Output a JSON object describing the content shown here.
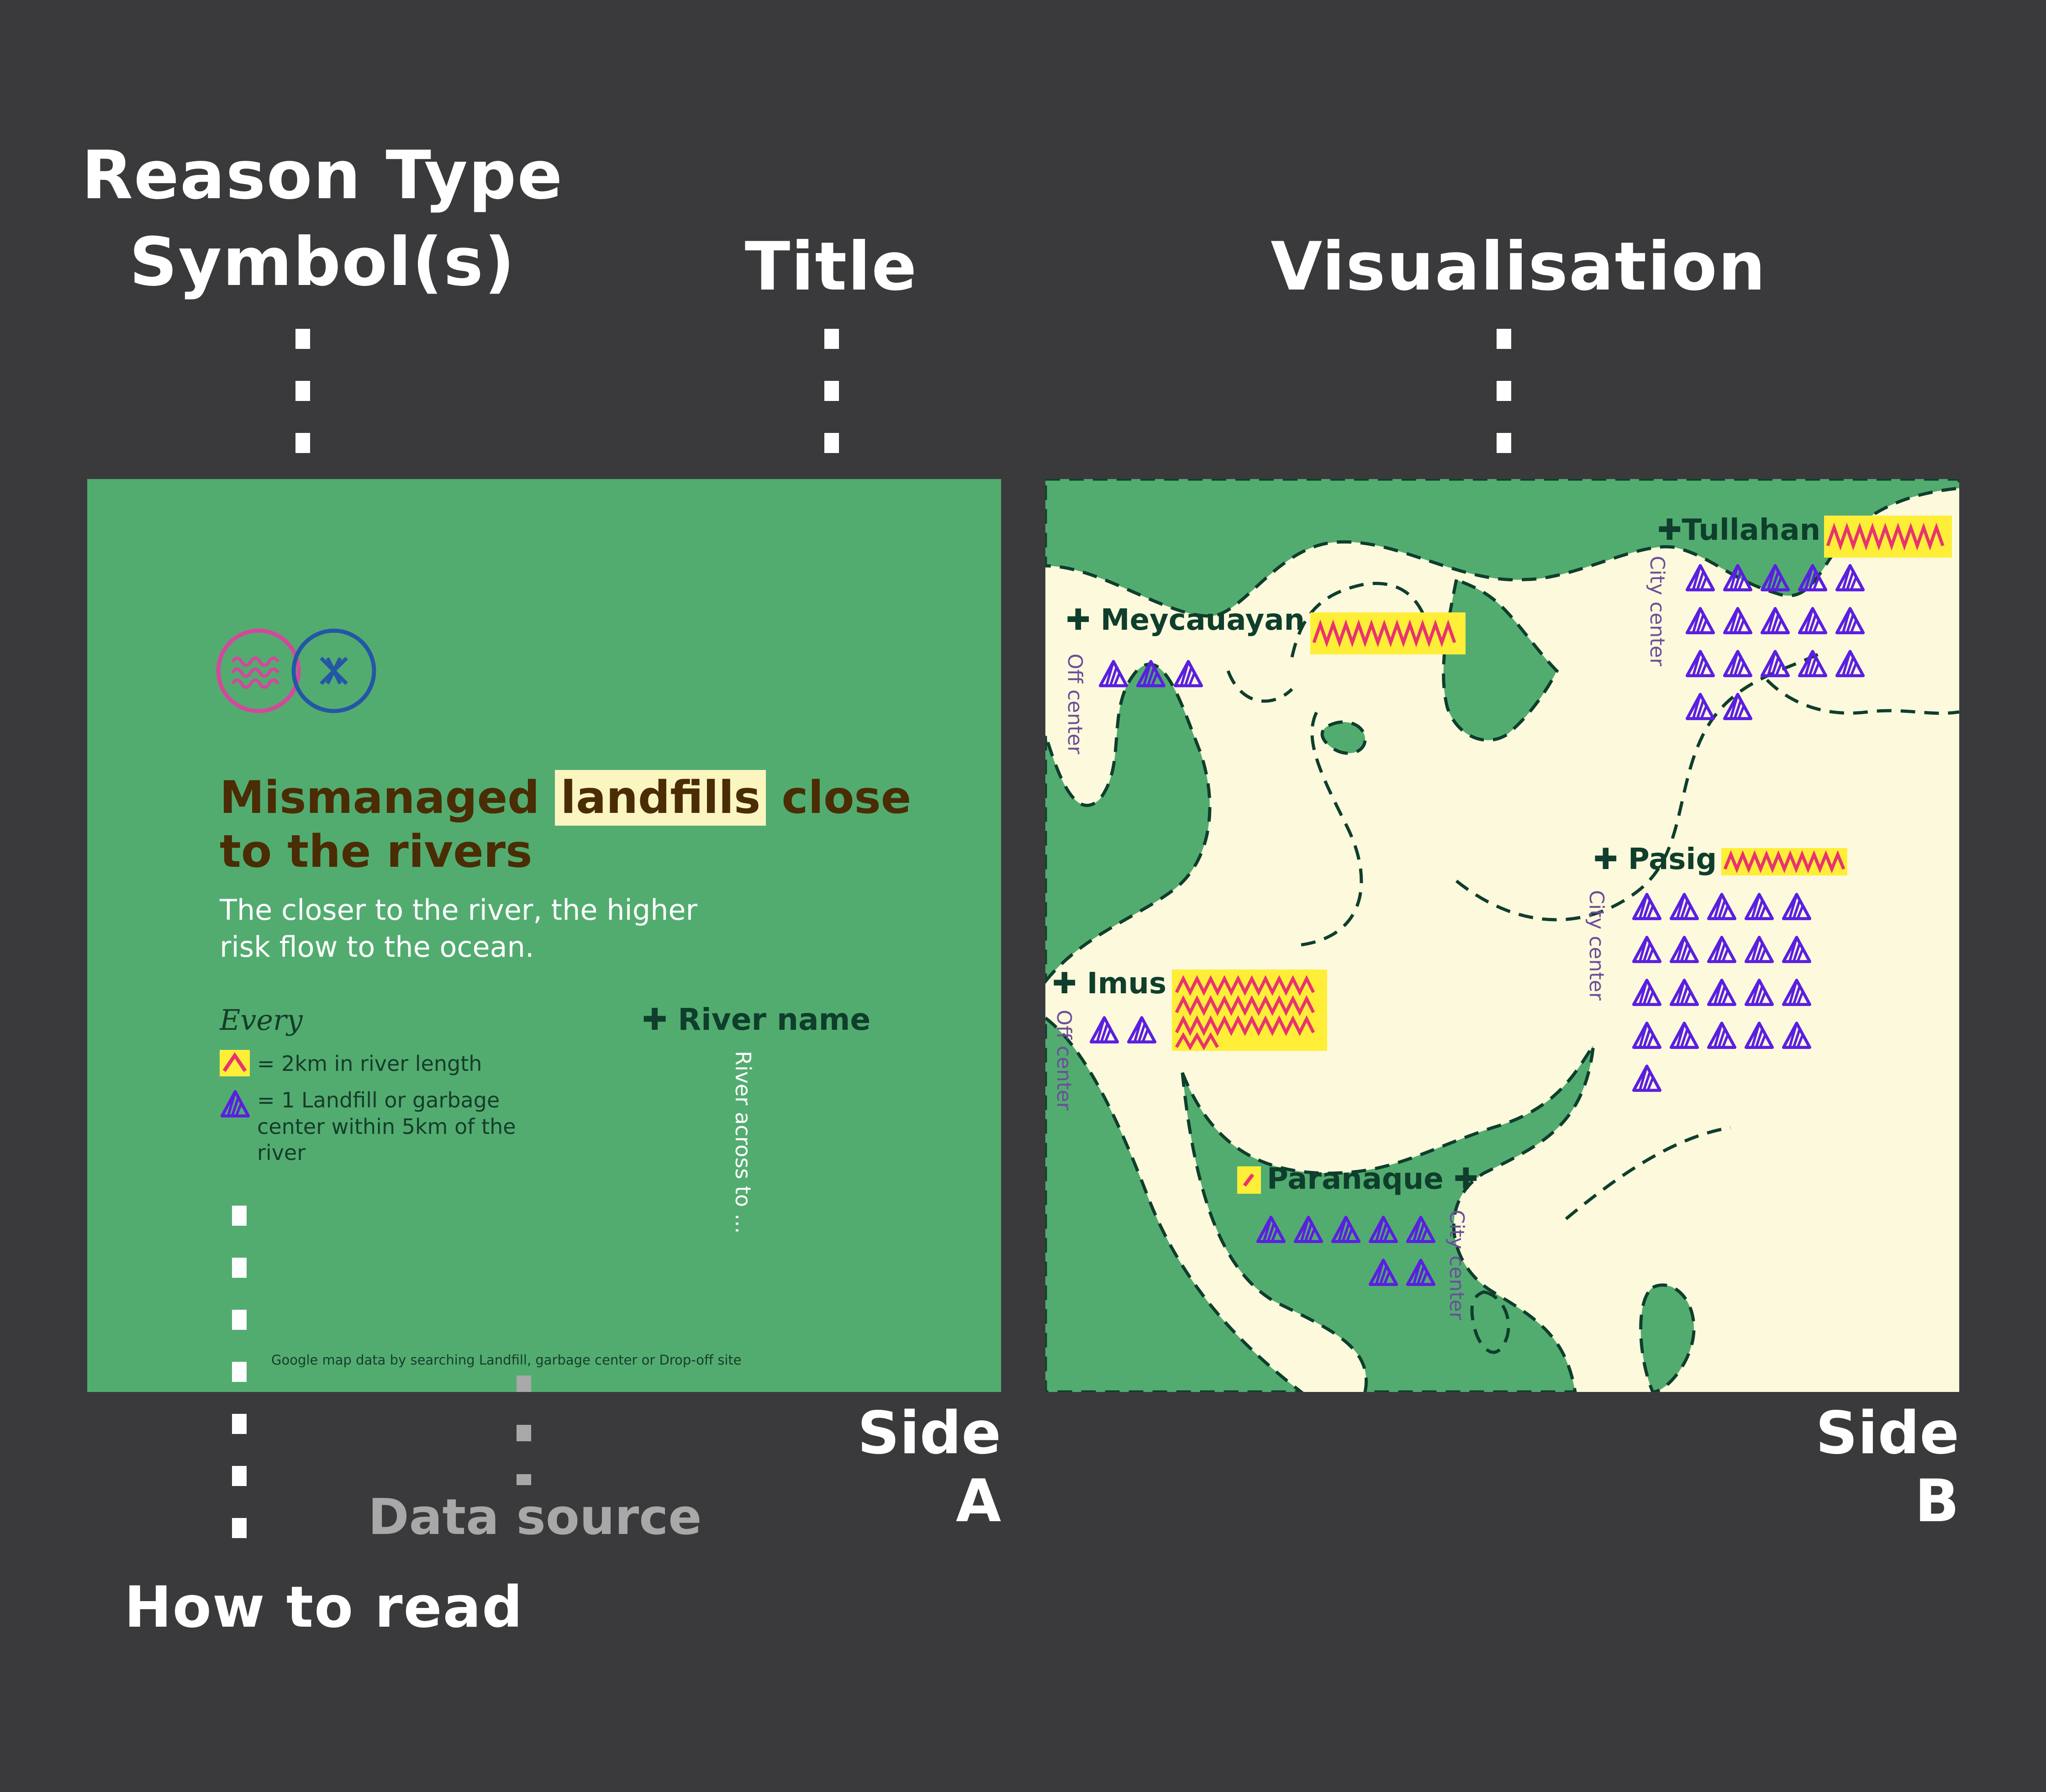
{
  "annotations": {
    "reason_type_symbols": "Reason Type\nSymbol(s)",
    "title": "Title",
    "visualisation": "Visualisation",
    "data_source": "Data source",
    "how_to_read": "How to read",
    "side_a": "Side A",
    "side_b": "Side B"
  },
  "side_a": {
    "symbols": [
      {
        "icon": "wave-circle-icon",
        "color": "#d4479c"
      },
      {
        "icon": "cross-circle-icon",
        "color": "#2357a6"
      }
    ],
    "title_part1": "Mismanaged ",
    "title_highlight": "landfills",
    "title_part2": " close",
    "title_line2": "to the rivers",
    "subtitle_line1": "The closer to the river, the higher",
    "subtitle_line2": "risk flow to the ocean.",
    "legend": {
      "heading": "Every",
      "river_unit": "= 2km in river length",
      "landfill_unit_line1": "= 1 Landfill or garbage",
      "landfill_unit_line2": "center within 5km of the",
      "landfill_unit_line3": "river"
    },
    "river_name_label": "River name",
    "river_across_label": "River across to ...",
    "source_text": "Google map data by searching Landfill, garbage center or Drop-off site"
  },
  "side_b": {
    "cities": [
      {
        "name": "Meycauayan",
        "location": "Off center",
        "river_units": 3.2,
        "landfills": 3
      },
      {
        "name": "Tullahan",
        "location": "City center",
        "river_units": 3,
        "landfills": 17
      },
      {
        "name": "Pasig",
        "location": "City center",
        "river_units": 2.5,
        "landfills": 21
      },
      {
        "name": "Imus",
        "location": "Off center",
        "river_units": 5.5,
        "landfills": 2
      },
      {
        "name": "Paranaque",
        "location": "City center",
        "river_units": 0.2,
        "landfills": 7
      }
    ]
  },
  "colors": {
    "background": "#3a3a3c",
    "panel_green": "#52ac70",
    "land_cream": "#fdf9dc",
    "river_yellow": "#ffee38",
    "river_zigzag": "#e8336f",
    "landfill_purple": "#5a1fe0",
    "title_brown": "#4a2c05",
    "dark_green_text": "#0f3e2c"
  }
}
